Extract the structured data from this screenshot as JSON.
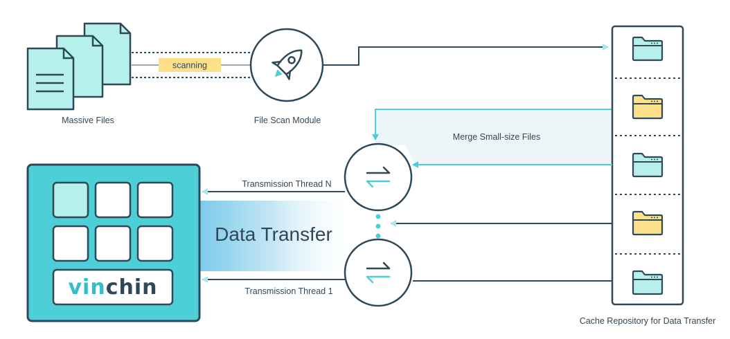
{
  "labels": {
    "massive_files": "Massive Files",
    "scanning": "scanning",
    "file_scan_module": "File Scan Module",
    "merge_small_files": "Merge Small-size Files",
    "transmission_thread_n": "Transmission Thread N",
    "transmission_thread_1": "Transmission Thread 1",
    "data_transfer": "Data Transfer",
    "cache_repository": "Cache Repository for Data Transfer"
  },
  "logo": {
    "part1": "vin",
    "part2": "chin"
  },
  "icons": {
    "files": "document-stack-icon",
    "scan_module": "rocket-icon",
    "thread": "swap-arrows-icon",
    "repository_items": [
      "folder-icon",
      "folder-icon",
      "folder-icon",
      "folder-icon",
      "folder-icon"
    ]
  },
  "colors": {
    "accent": "#4ecfd8",
    "dark": "#2f4858",
    "file_fill": "#b5f0ea",
    "folder_teal": "#b5f0ea",
    "folder_yellow": "#ffe08a",
    "scanning_bg": "#ffe08a",
    "logo_teal": "#35bccb",
    "logo_dark": "#2f4858"
  }
}
